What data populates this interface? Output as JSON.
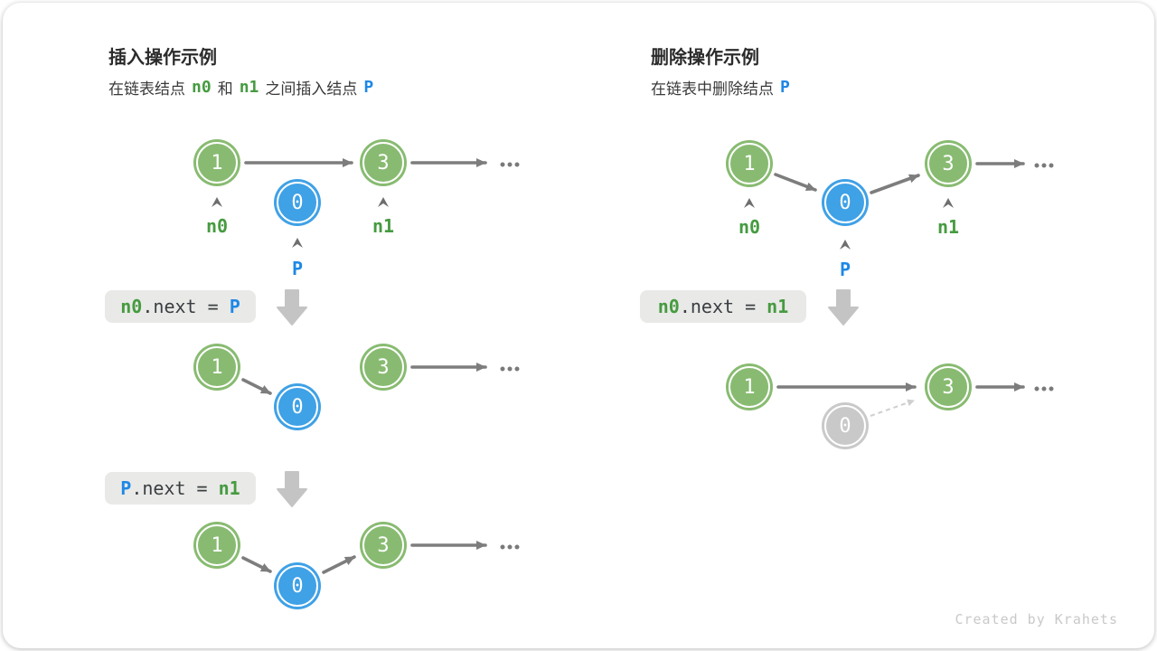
{
  "insert_panel": {
    "title": "插入操作示例",
    "subtitle": {
      "t1": "在链表结点",
      "n0": "n0",
      "t2": "和",
      "n1": "n1",
      "t3": "之间插入结点",
      "p": "P"
    },
    "code_step1": {
      "lhs": "n0",
      "mid": ".next = ",
      "rhs": "P"
    },
    "code_step2": {
      "lhs": "P",
      "mid": ".next = ",
      "rhs": "n1"
    }
  },
  "delete_panel": {
    "title": "删除操作示例",
    "subtitle": {
      "t1": "在链表中删除结点",
      "p": "P"
    },
    "code_step1": {
      "lhs": "n0",
      "mid": ".next = ",
      "rhs": "n1"
    }
  },
  "node_values": {
    "head": "1",
    "inserted": "0",
    "tail": "3"
  },
  "pointer_labels": {
    "n0": "n0",
    "p": "P",
    "n1": "n1"
  },
  "ellipsis": "...",
  "footer": "Created by Krahets",
  "colors": {
    "node-green": "#88BB71",
    "node-blue": "#3FA1E6",
    "node-gray": "#C9C9C9",
    "text-green": "#469B40",
    "text-blue": "#1E88E5",
    "arrow-gray": "#7D7D7D",
    "block-arrow-gray": "#C4C4C4",
    "code-box-bg": "#E9E9E7",
    "title-color": "#2B2B2B",
    "muted-gray": "#C9C9C9"
  }
}
